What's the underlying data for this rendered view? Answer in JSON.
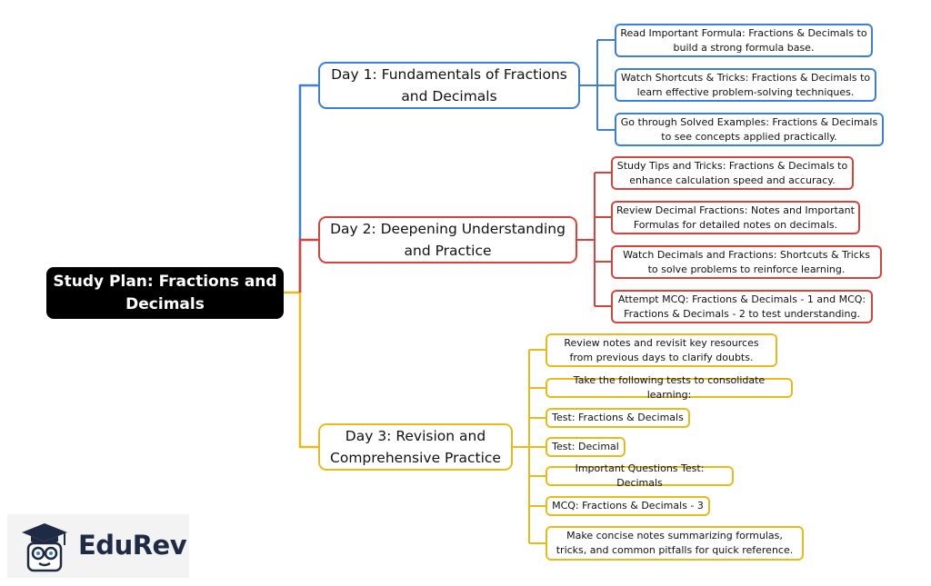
{
  "root": {
    "title": "Study Plan: Fractions and Decimals"
  },
  "colors": {
    "day1": "#3b7fd6",
    "day2": "#d4453f",
    "day3": "#e8bb1d",
    "root_bg": "#000000"
  },
  "days": [
    {
      "title": "Day 1: Fundamentals of Fractions and Decimals",
      "items": [
        "Read Important Formula: Fractions & Decimals to build a strong formula base.",
        "Watch Shortcuts & Tricks: Fractions & Decimals to learn effective problem-solving techniques.",
        "Go through Solved Examples: Fractions & Decimals to see concepts applied practically."
      ]
    },
    {
      "title": "Day 2: Deepening Understanding and Practice",
      "items": [
        "Study Tips and Tricks: Fractions & Decimals to enhance calculation speed and accuracy.",
        "Review Decimal Fractions: Notes and Important Formulas for detailed notes on decimals.",
        "Watch Decimals and Fractions: Shortcuts & Tricks to solve problems to reinforce learning.",
        "Attempt MCQ: Fractions & Decimals - 1 and MCQ: Fractions & Decimals - 2 to test understanding."
      ]
    },
    {
      "title": "Day 3: Revision and Comprehensive Practice",
      "items": [
        "Review notes and revisit key resources from previous days to clarify doubts.",
        "Take the following tests to consolidate learning:",
        "Test: Fractions & Decimals",
        "Test: Decimal",
        "Important Questions Test: Decimals",
        "MCQ: Fractions & Decimals - 3",
        "Make concise notes summarizing formulas, tricks, and common pitfalls for quick reference."
      ]
    }
  ],
  "brand": {
    "name": "EduRev",
    "icon": "graduate-cap-icon"
  }
}
